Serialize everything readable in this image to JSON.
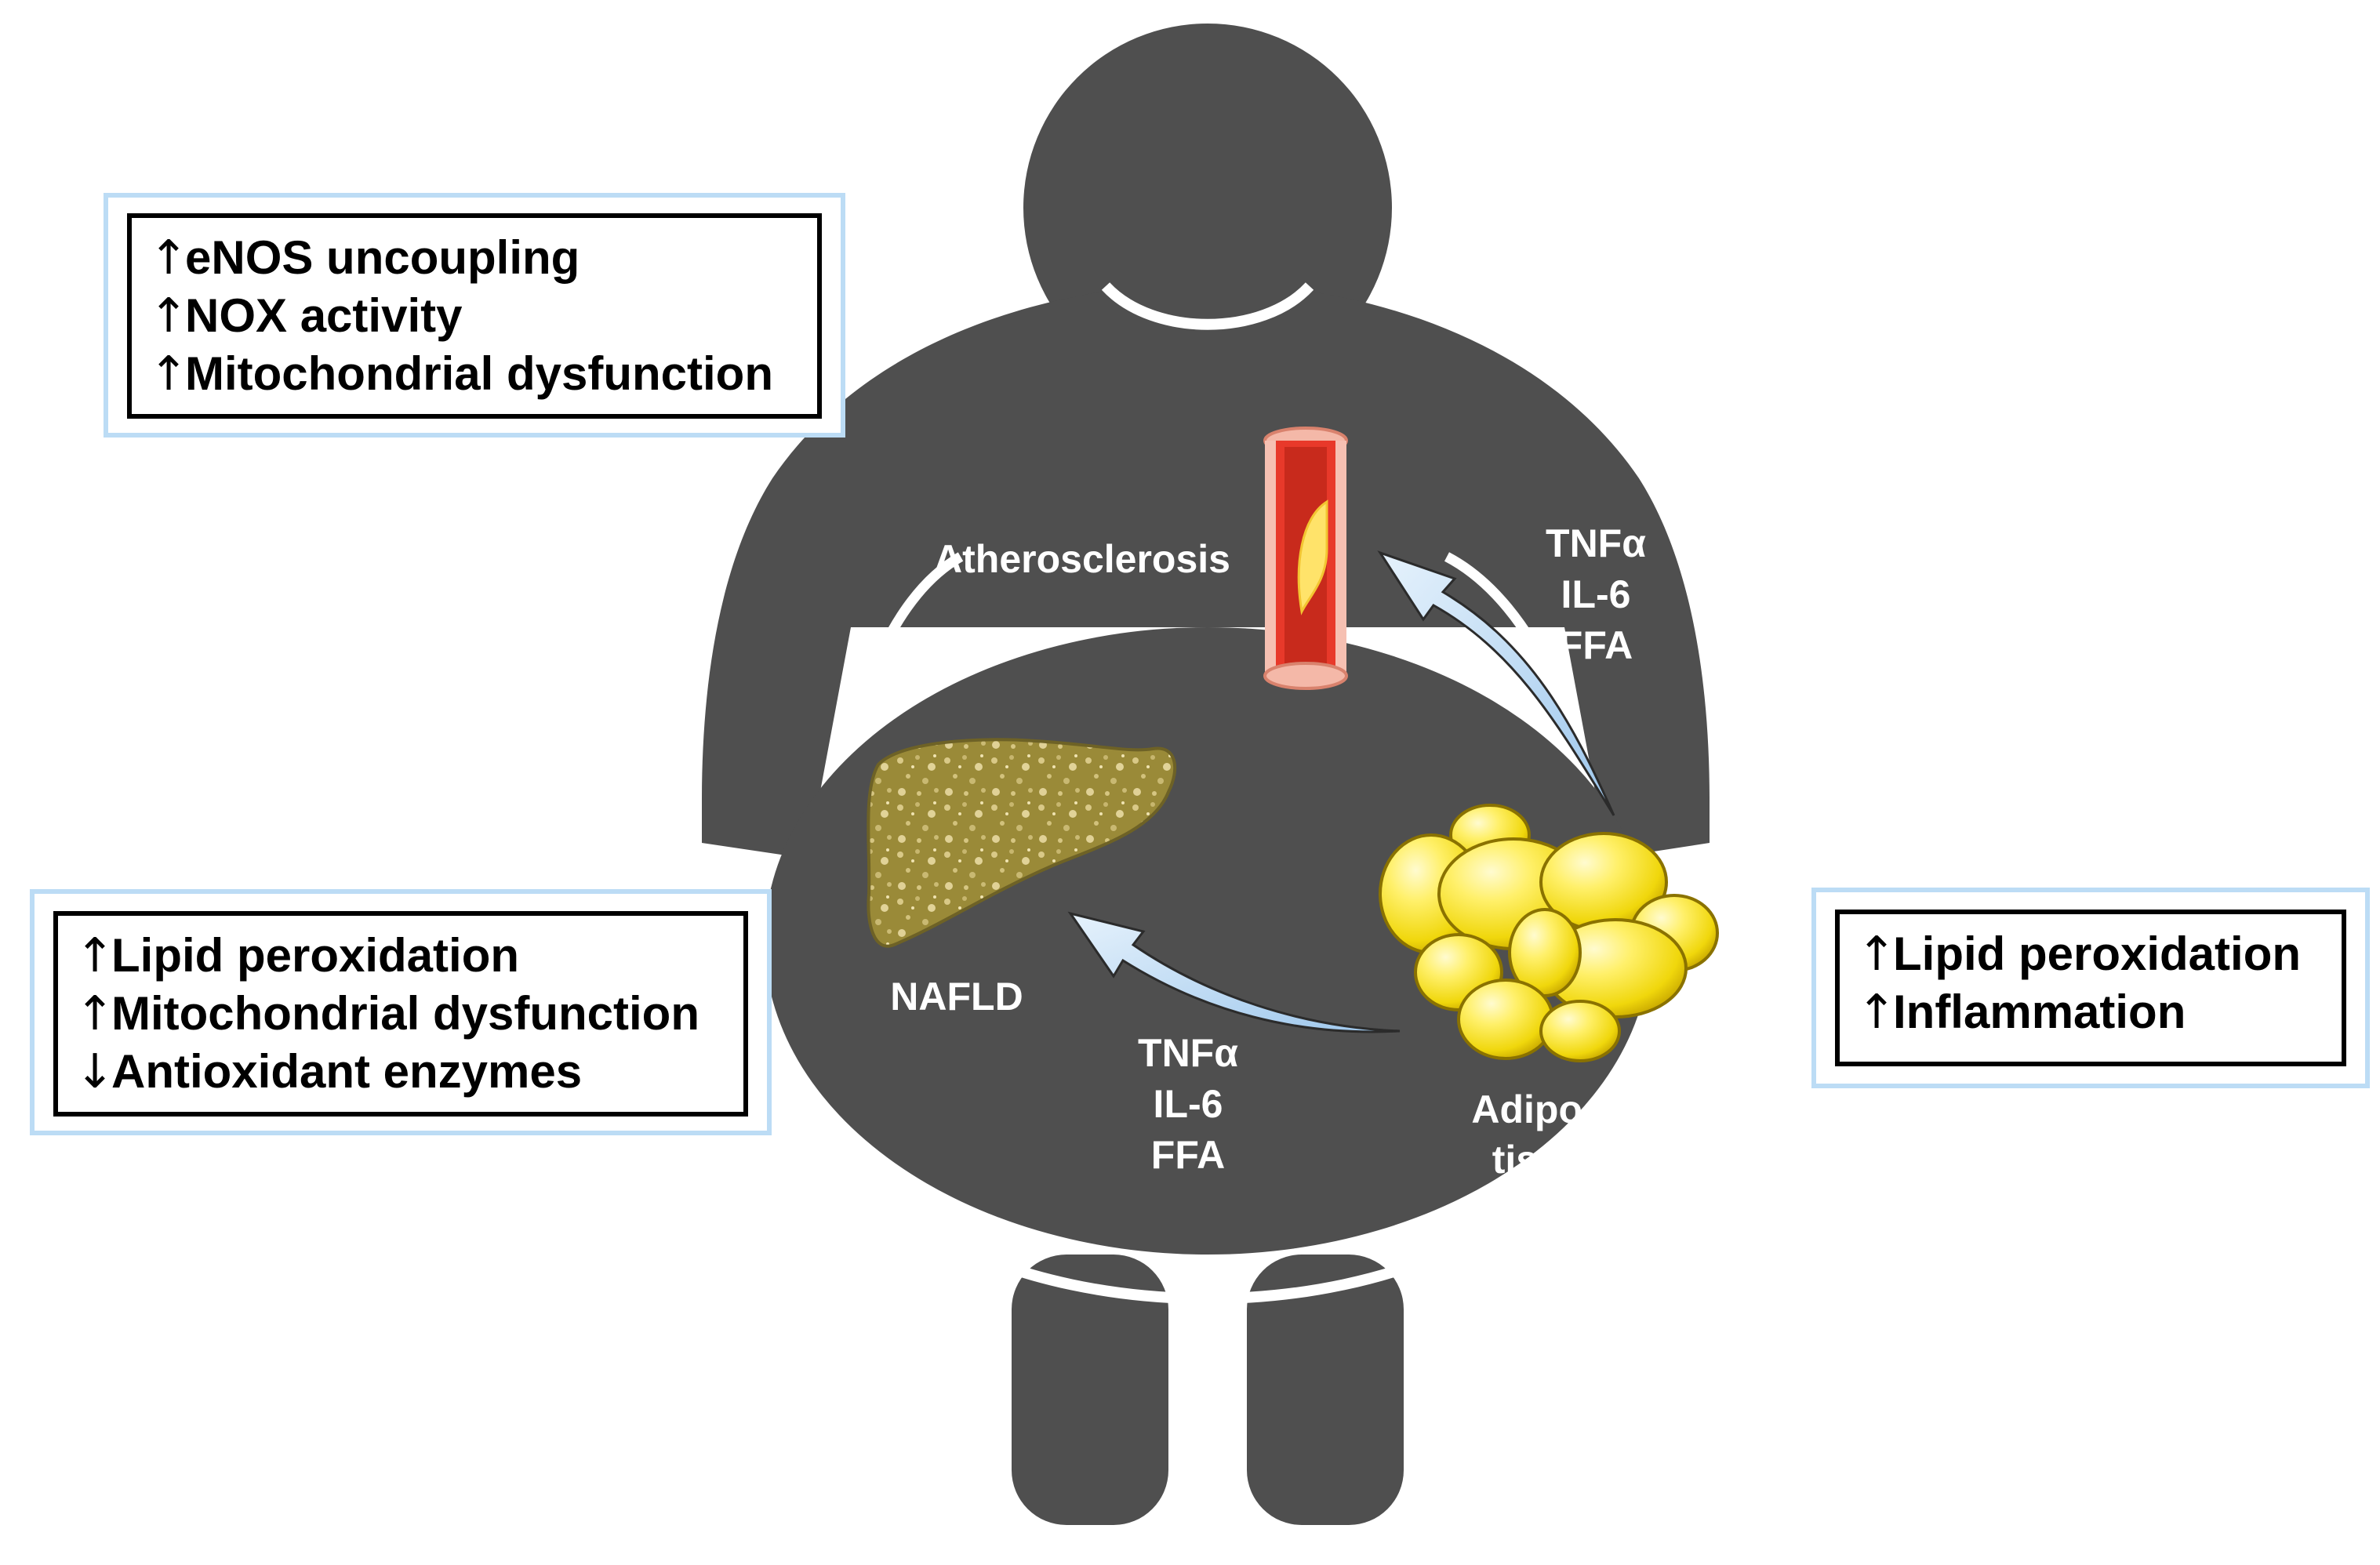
{
  "labels": {
    "atherosclerosis": "Atherosclerosis",
    "nafld": "NAFLD",
    "adipose_line1": "Adipose",
    "adipose_line2": "tissue"
  },
  "mediators_to_artery": [
    "TNFα",
    "IL-6",
    "FFA"
  ],
  "mediators_to_liver": [
    "TNFα",
    "IL-6",
    "FFA"
  ],
  "boxes": {
    "vascular": [
      {
        "arrow": "↑",
        "text": "eNOS uncoupling"
      },
      {
        "arrow": "↑",
        "text": "NOX activity"
      },
      {
        "arrow": "↑",
        "text": "Mitochondrial dysfunction"
      }
    ],
    "liver": [
      {
        "arrow": "↑",
        "text": "Lipid peroxidation"
      },
      {
        "arrow": "↑",
        "text": "Mitochondrial dysfunction"
      },
      {
        "arrow": "↓",
        "text": "Antioxidant enzymes"
      }
    ],
    "adipose": [
      {
        "arrow": "↑",
        "text": "Lipid peroxidation"
      },
      {
        "arrow": "↑",
        "text": "Inflammation"
      }
    ]
  },
  "colors": {
    "body": "#4f4f4f",
    "callout_outer_border": "#bcdcf5",
    "arrow_fill": "#b9d8f5",
    "fat": "#f2dc10",
    "liver": "#9a8a38",
    "artery_wall": "#e8392a"
  }
}
